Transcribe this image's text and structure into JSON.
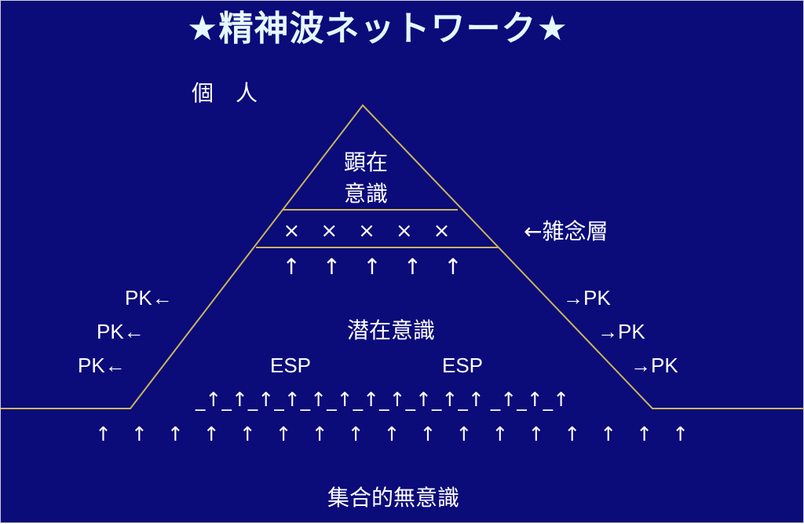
{
  "title": "★精神波ネットワーク★",
  "individual_label": "個　人",
  "apex_label_line1": "顕在",
  "apex_label_line2": "意識",
  "noise_marks": "×　×　×　×　×",
  "noise_layer_label": "←雑念層",
  "up_arrows_upper": "↑　↑　↑　↑　↑",
  "subconscious_label": "潜在意識",
  "esp_left": "ESP",
  "esp_right": "ESP",
  "pk_left": [
    "PK←",
    "PK←",
    "PK←"
  ],
  "pk_right": [
    "→PK",
    "→PK",
    "→PK"
  ],
  "baseline_arrows": "_↑_↑_↑_↑_↑_↑_↑_↑_↑_↑_↑ _↑_↑_↑",
  "up_arrows_lower": "↑　↑　↑　↑　↑　↑　↑　↑　↑　↑　↑　↑　↑　↑　↑　↑　↑",
  "collective_label": "集合的無意識",
  "colors": {
    "background": "#0b0b7a",
    "line": "#c8b45a",
    "text": "#ffffff",
    "title": "#e6f7ff"
  }
}
